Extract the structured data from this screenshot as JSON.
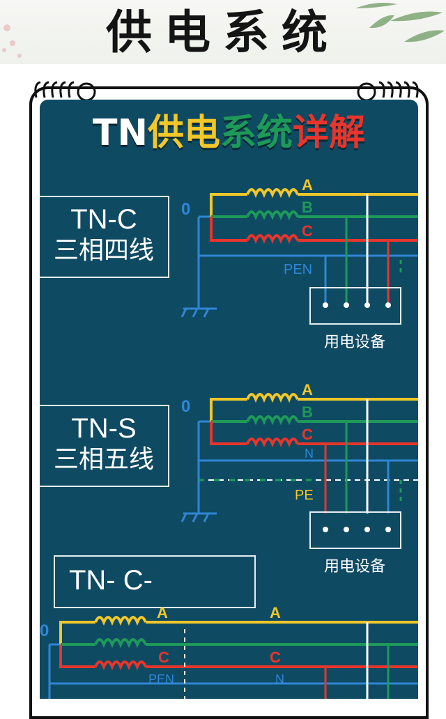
{
  "header": {
    "title": "供电系统"
  },
  "board": {
    "title_parts": [
      "TN",
      "供电",
      "系统",
      "详解"
    ],
    "colors": {
      "white": "#ffffff",
      "yellow": "#f2c72a",
      "green": "#1e9a58",
      "red": "#e8352b",
      "blue": "#2f86d6",
      "background": "#0f4a63"
    }
  },
  "sections": [
    {
      "system": "TN-C",
      "desc": "三相四线",
      "neutral_point": "0",
      "phases": [
        "A",
        "B",
        "C"
      ],
      "conductors": [
        "PEN"
      ],
      "load": "用电设备"
    },
    {
      "system": "TN-S",
      "desc": "三相五线",
      "neutral_point": "0",
      "phases": [
        "A",
        "B",
        "C"
      ],
      "conductors": [
        "N",
        "PE"
      ],
      "load": "用电设备"
    },
    {
      "system": "TN- C-",
      "neutral_point": "0",
      "phases": [
        "A",
        "C"
      ],
      "phases_right": [
        "A",
        "C"
      ],
      "conductors": [
        "PEN",
        "N"
      ]
    }
  ]
}
